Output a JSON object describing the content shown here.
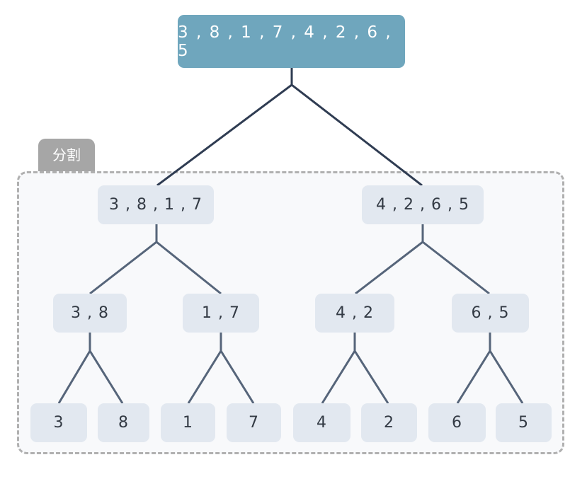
{
  "group_label": "分割",
  "root": "3 , 8 , 1 , 7 , 4 , 2 , 6 , 5",
  "level1": [
    "3 , 8 , 1 , 7",
    "4 , 2 , 6 , 5"
  ],
  "level2": [
    "3 , 8",
    "1 , 7",
    "4 , 2",
    "6 , 5"
  ],
  "level3": [
    "3",
    "8",
    "1",
    "7",
    "4",
    "2",
    "6",
    "5"
  ],
  "colors": {
    "root_fill": "#6fa6bd",
    "node_fill": "#e2e8f0",
    "root_edge": "#2f3c52",
    "edge": "#56657a",
    "group_border": "#b0b0b0",
    "group_fill": "#f8f9fb",
    "tag_fill": "#a6a6a6"
  }
}
